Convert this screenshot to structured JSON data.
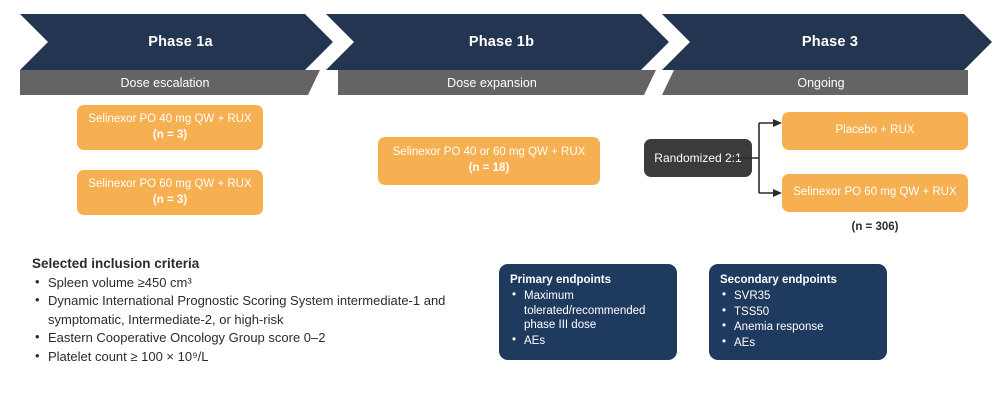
{
  "colors": {
    "navy": "#233550",
    "gray_bar": "#646464",
    "orange": "#F6AF51",
    "dark_box": "#3B3B3B",
    "endpoint_panel": "#1F3A5F",
    "text": "#2b2b2b",
    "white": "#ffffff"
  },
  "phases": [
    {
      "title": "Phase 1a",
      "status": "Dose escalation"
    },
    {
      "title": "Phase 1b",
      "status": "Dose expansion"
    },
    {
      "title": "Phase 3",
      "status": "Ongoing"
    }
  ],
  "arms": {
    "phase1a": [
      {
        "treatment": "Selinexor PO 40 mg QW + RUX",
        "n": "(n = 3)"
      },
      {
        "treatment": "Selinexor PO 60 mg QW + RUX",
        "n": "(n = 3)"
      }
    ],
    "phase1b": [
      {
        "treatment": "Selinexor PO 40 or 60 mg QW + RUX",
        "n": "(n = 18)"
      }
    ],
    "phase3": {
      "randomization": "Randomized 2:1",
      "branches": [
        {
          "treatment": "Placebo + RUX"
        },
        {
          "treatment": "Selinexor PO 60 mg QW + RUX"
        }
      ],
      "n": "(n = 306)"
    }
  },
  "inclusion": {
    "heading": "Selected inclusion criteria",
    "items": [
      "Spleen volume ≥450 cm³",
      "Dynamic International Prognostic Scoring System intermediate-1 and symptomatic, Intermediate-2, or high-risk",
      "Eastern Cooperative Oncology Group score 0–2",
      "Platelet count ≥ 100 × 10⁹/L"
    ]
  },
  "endpoints": {
    "primary": {
      "heading": "Primary endpoints",
      "items": [
        "Maximum tolerated/recommended phase III dose",
        "AEs"
      ]
    },
    "secondary": {
      "heading": "Secondary endpoints",
      "items": [
        "SVR35",
        "TSS50",
        "Anemia response",
        "AEs"
      ]
    }
  }
}
